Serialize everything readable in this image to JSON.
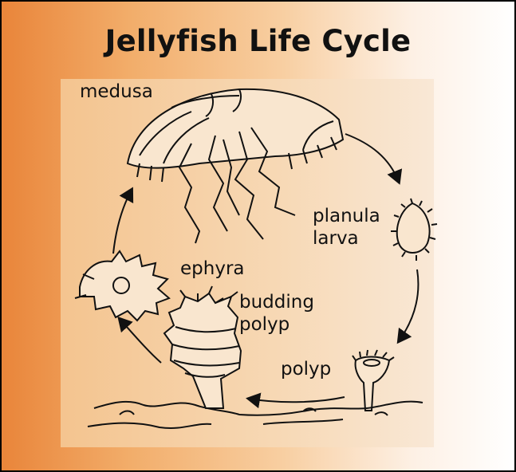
{
  "title": "Jellyfish Life Cycle",
  "stages": {
    "medusa": "medusa",
    "planula_1": "planula",
    "planula_2": "larva",
    "polyp": "polyp",
    "budding_1": "budding",
    "budding_2": "polyp",
    "ephyra": "ephyra"
  },
  "colors": {
    "background_left": "#e9853a",
    "background_right": "#ffffff",
    "ink": "#111111"
  }
}
